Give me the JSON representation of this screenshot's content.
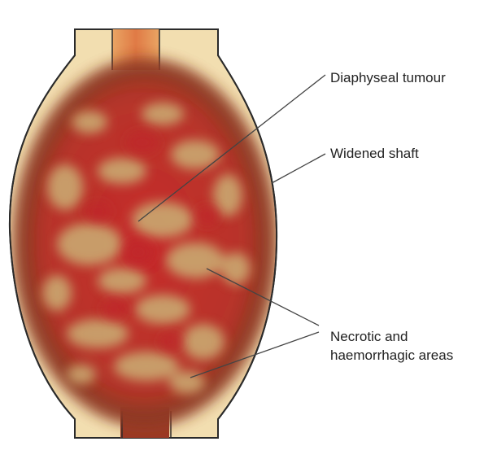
{
  "labels": {
    "diaphyseal_tumour": "Diaphyseal tumour",
    "widened_shaft": "Widened shaft",
    "necrotic_line1": "Necrotic and",
    "necrotic_line2": "haemorrhagic areas"
  },
  "colors": {
    "bone_cortex": "#f2deb0",
    "marrow_canal": "#e0834b",
    "tumour_red": "#c62a2a",
    "tumour_dark": "#8c3d23",
    "necrotic_tan": "#c9a36d",
    "outline": "#2a2a2a",
    "leader_line": "#444444"
  }
}
